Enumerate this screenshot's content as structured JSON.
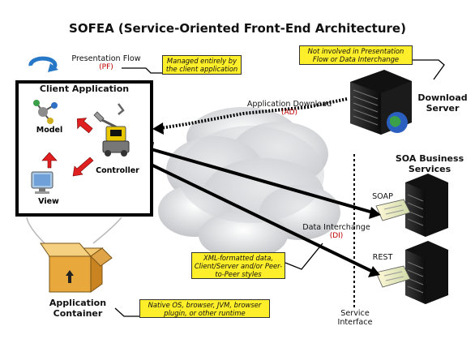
{
  "title": "SOFEA (Service-Oriented Front-End Architecture)",
  "presentation_flow": {
    "label": "Presentation Flow",
    "abbr": "(PF)",
    "note": "Managed entirely by the client application"
  },
  "client": {
    "title": "Client Application",
    "model": "Model",
    "controller": "Controller",
    "view": "View"
  },
  "download_server": {
    "note": "Not involved in Presentation Flow or Data Interchange",
    "label": "Download Server"
  },
  "application_download": {
    "label": "Application Download",
    "abbr": "(AD)"
  },
  "soa": {
    "title": "SOA Business Services",
    "soap": "SOAP",
    "rest": "REST",
    "interface": "Service Interface"
  },
  "data_interchange": {
    "label": "Data Interchange",
    "abbr": "(DI)",
    "note": "XML-formatted data, Client/Server and/or Peer-to-Peer styles"
  },
  "container": {
    "label": "Application Container",
    "note": "Native OS, browser, JVM, browser plugin, or other runtime"
  },
  "colors": {
    "accent_red": "#c00000",
    "note_yellow": "#ffef2a",
    "arrow_red": "#e02020"
  }
}
